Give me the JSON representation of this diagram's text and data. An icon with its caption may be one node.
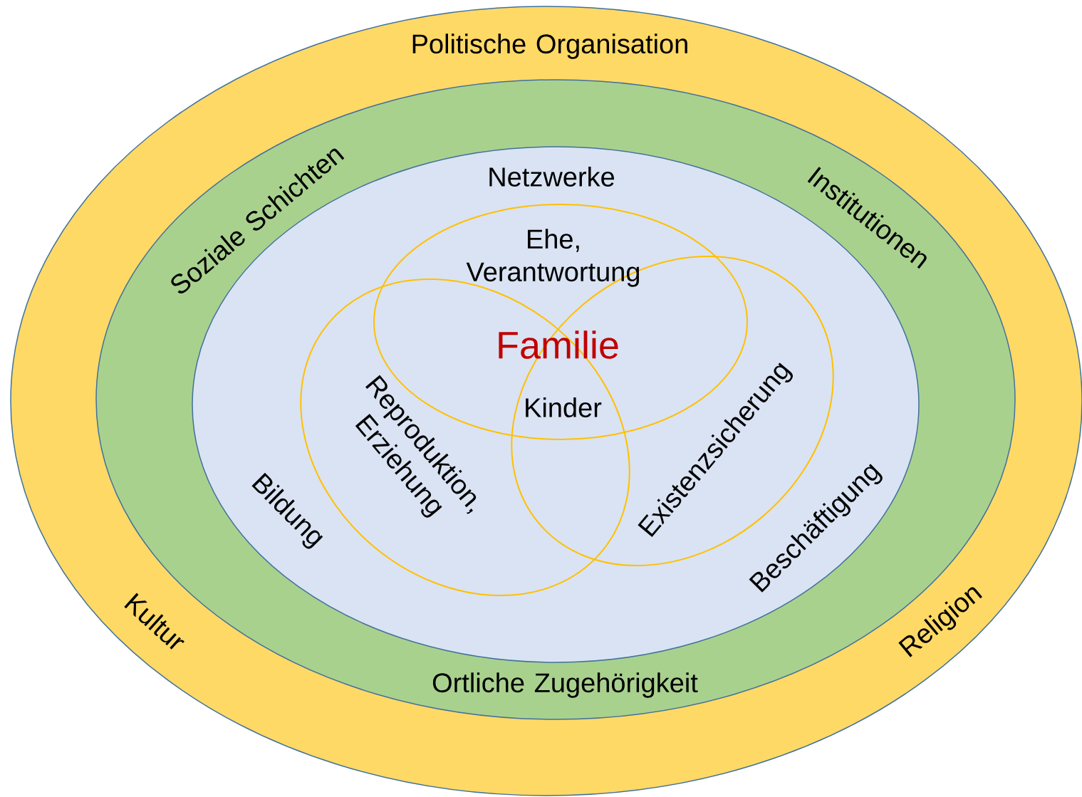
{
  "diagram": {
    "nodes": [
      {
        "text": [
          "Politische Organisation",
          "Kultur",
          "Religion"
        ]
      },
      {
        "text": [
          "Soziale Schichten",
          "Institutionen",
          "Ortliche Zugehörigkeit"
        ],
        "in": 0
      },
      {
        "text": [
          "Netzwerke",
          "Bildung",
          "Beschäftigung"
        ],
        "in": 1
      },
      {
        "text": [
          "Ehe, Verantwortung"
        ],
        "in": 2
      },
      {
        "text": [
          "Reproduktion, Erziehung"
        ],
        "in": 2
      },
      {
        "text": [
          "Existenzsicherung"
        ],
        "in": 2
      }
    ],
    "labels": [
      "Familie",
      "Kinder"
    ]
  }
}
